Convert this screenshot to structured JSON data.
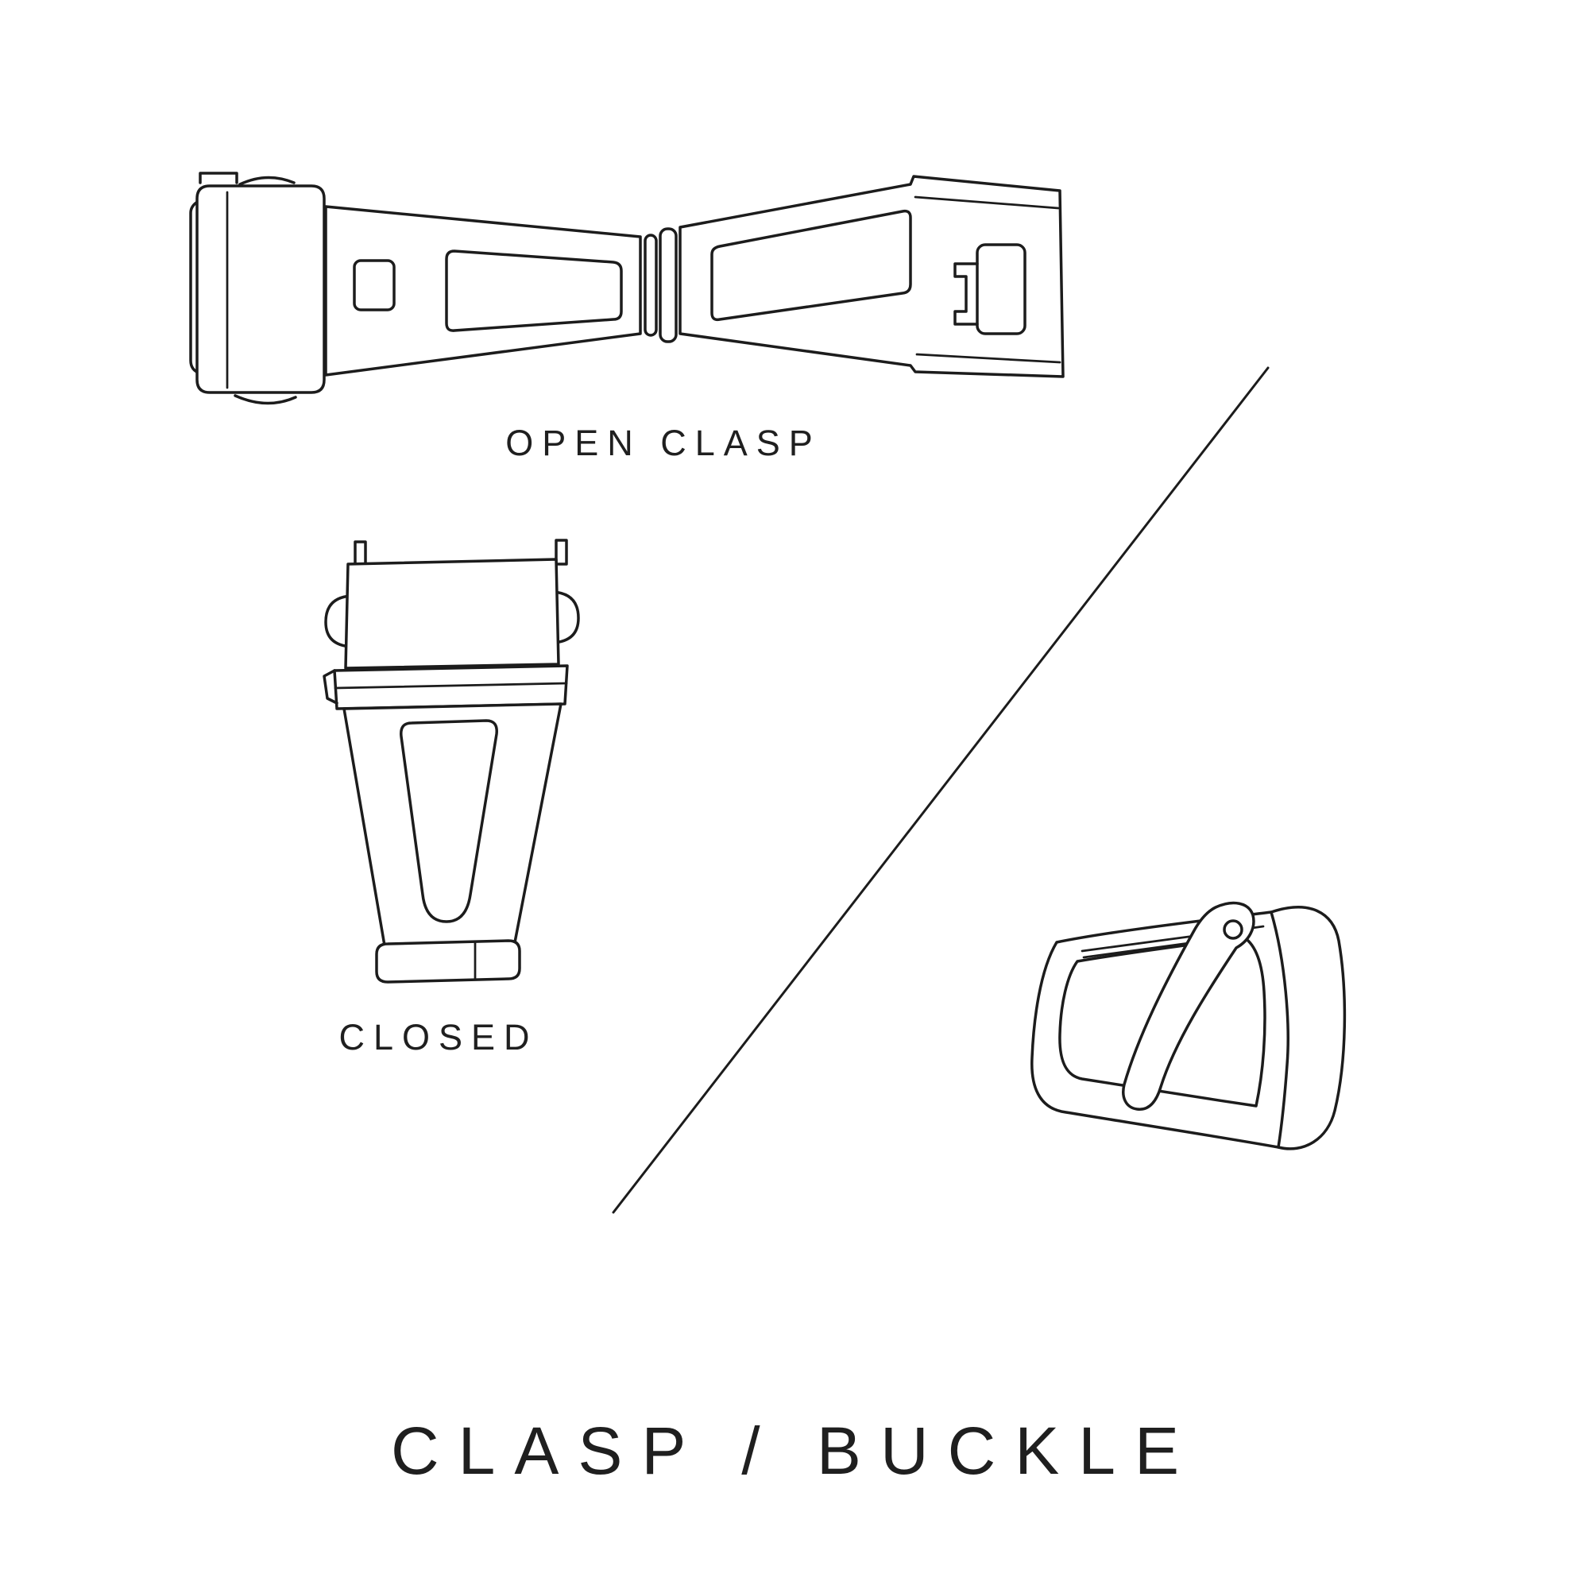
{
  "canvas": {
    "background": "#ffffff",
    "line_color": "#1c1c1c",
    "text_color": "#1f1f1f"
  },
  "labels": {
    "open_clasp": "OPEN CLASP",
    "closed": "CLOSED",
    "title": "CLASP / BUCKLE"
  },
  "illustrations": {
    "open_clasp": "open-deployant-clasp-top-view",
    "closed_clasp": "closed-clasp-top-view",
    "buckle": "tang-buckle-perspective-view"
  }
}
